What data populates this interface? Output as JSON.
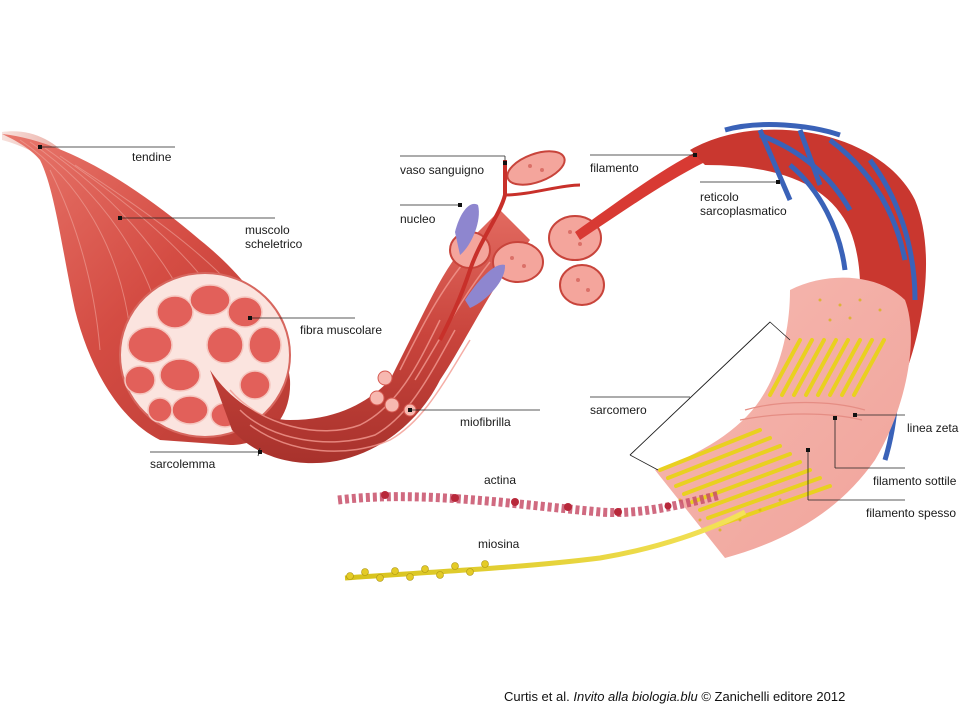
{
  "labels": {
    "tendine": "tendine",
    "muscolo": "muscolo\nscheletrico",
    "fibra": "fibra muscolare",
    "sarcolemma": "sarcolemma",
    "vaso": "vaso sanguigno",
    "nucleo": "nucleo",
    "miofibrilla": "miofibrilla",
    "filamento": "filamento",
    "reticolo": "reticolo\nsarcoplasmatico",
    "sarcomero": "sarcomero",
    "linea_zeta": "linea zeta",
    "filamento_sottile": "filamento sottile",
    "filamento_spesso": "filamento spesso",
    "actina": "actina",
    "miosina": "miosina"
  },
  "credit": {
    "authors": "Curtis et al.",
    "book": "Invito alla biologia.blu",
    "publisher": "© Zanichelli editore 2012"
  },
  "colors": {
    "muscle": "#d9534a",
    "muscle_light": "#f2a9a0",
    "muscle_pale": "#f7c9c0",
    "vessel_blue": "#3a62b8",
    "vessel_red": "#d8322a",
    "myosin_yellow": "#e9d020",
    "actin_red": "#b8283a",
    "nucleus": "#8e86cf"
  }
}
